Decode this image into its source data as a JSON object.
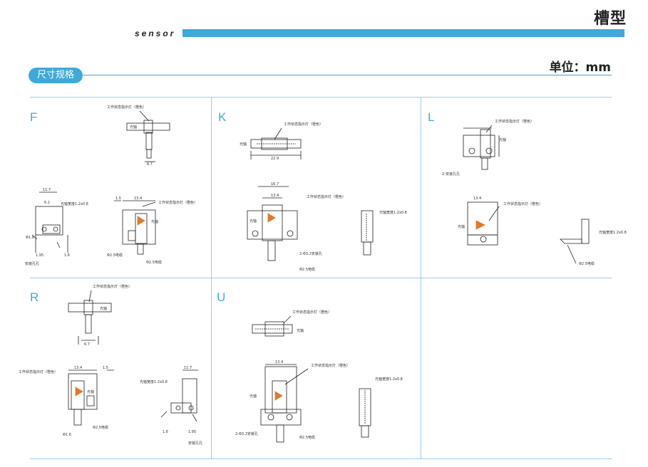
{
  "header": {
    "title": "槽型",
    "sensor_label": "sensor",
    "unit": "单位：mm",
    "section": "尺寸规格",
    "accent": "#3fa9d8"
  },
  "panels": {
    "F": {
      "label": "F",
      "indicator": "工作状态指示灯（橙色）",
      "slot": "光轴",
      "dim1": "6.7",
      "dim2": "11.7",
      "dim3": "13.4",
      "beam": "光轴宽度1.2x0.8",
      "cable": "Φ2.5电缆",
      "hole": "安装孔孔",
      "dim4": "1.95",
      "dim5": "1.6",
      "dim6": "Φ1.6",
      "dim7": "6.2",
      "dim8": "1.5"
    },
    "K": {
      "label": "K",
      "indicator": "工作状态指示灯（橙色）",
      "slot": "光轴",
      "dim1": "22.9",
      "dim2": "16.7",
      "dim3": "13.4",
      "beam": "光轴宽度1.2x0.8",
      "cable": "Φ2.5电缆",
      "hole": "2-Φ3.2安装孔"
    },
    "L": {
      "label": "L",
      "indicator": "工作状态指示灯（橙色）",
      "slot": "光轴",
      "hole": "2-安装孔孔",
      "dim1": "13.4",
      "beam": "光轴宽度1.2x0.8",
      "cable": "Φ2.5电缆"
    },
    "R": {
      "label": "R",
      "indicator": "工作状态指示灯（橙色）",
      "slot": "光轴",
      "dim1": "6.7",
      "dim2": "13.4",
      "dim3": "11.7",
      "beam": "光轴宽度1.2x0.8",
      "cable": "Φ2.5电缆",
      "hole": "安装孔孔",
      "dim4": "Φ1.6",
      "dim5": "1.95",
      "dim6": "1.6",
      "dim7": "1.5"
    },
    "U": {
      "label": "U",
      "indicator": "工作状态指示灯（橙色）",
      "slot": "光轴",
      "dim1": "13.4",
      "beam": "光轴宽度1.2x0.8",
      "cable": "Φ2.5电缆",
      "hole": "2-Φ3.2安装孔"
    }
  }
}
